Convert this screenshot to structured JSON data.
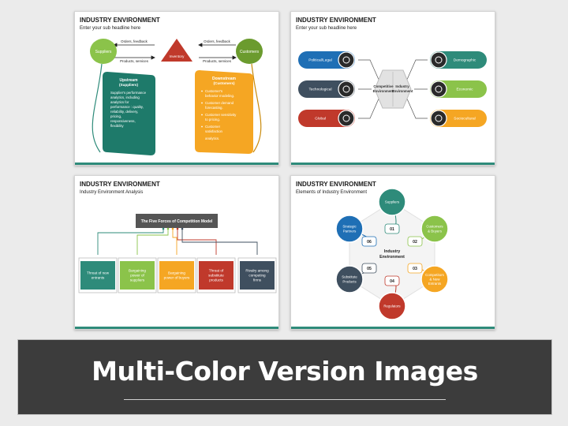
{
  "colors": {
    "green": "#8bc34a",
    "teal": "#2e8b7a",
    "red": "#c0392b",
    "orange": "#f5a623",
    "blue": "#1f6fb5",
    "slate": "#3f4f5f",
    "dark_teal": "#1e7a6a"
  },
  "slide1": {
    "title": "INDUSTRY ENVIRONMENT",
    "subtitle": "Enter your sub headline here",
    "suppliers": "Suppliers",
    "customers": "Customers",
    "inventory": "Inventory",
    "orders_feedback_left": "Orders, feedback",
    "products_services_left": "Products, services",
    "orders_feedback_right": "Orders, feedback",
    "products_services_right": "Products, services",
    "upstream_title": "Upstream",
    "upstream_sub": "(Suppliers)",
    "upstream_lines": [
      "Supplier's performance",
      "analytics, including",
      "analytics for",
      "performance : quality,",
      "reliability, delivery,",
      "pricing,",
      "responsiveness,",
      "flexibility"
    ],
    "downstream_title": "Downstream",
    "downstream_sub": "(Customers)",
    "downstream_lines": [
      "Customer's",
      "behavior modeling.",
      "Customer demand",
      "forecasting.",
      "Customer sensitivity",
      "to pricing.",
      "Customer",
      "satisfaction",
      "analytics."
    ]
  },
  "slide2": {
    "title": "INDUSTRY ENVIRONMENT",
    "subtitle": "Enter your sub headline here",
    "left_items": [
      "Political/Legal",
      "Technological",
      "Global"
    ],
    "right_items": [
      "Demographic",
      "Economic",
      "Sociocultural"
    ],
    "center_left": [
      "Competitive",
      "Environment"
    ],
    "center_right": [
      "Industry",
      "Environment"
    ],
    "icons_left": [
      "gavel-icon",
      "gears-icon",
      "globe-icon"
    ],
    "icons_right": [
      "people-chart-icon",
      "money-chart-icon",
      "group-icon"
    ]
  },
  "slide3": {
    "title": "INDUSTRY ENVIRONMENT",
    "subtitle": "Industry Environment Analysis",
    "header": "The Five Forces of Competition Model",
    "forces": [
      [
        "Threat of new",
        "entrants"
      ],
      [
        "Bargaining",
        "power of",
        "suppliers"
      ],
      [
        "Bargaining",
        "power of buyers"
      ],
      [
        "Threat of",
        "substitute",
        "products"
      ],
      [
        "Rivalry among",
        "competing",
        "firms"
      ]
    ]
  },
  "slide4": {
    "title": "INDUSTRY ENVIRONMENT",
    "subtitle": "Elements of Industry Environment",
    "center": [
      "Industry",
      "Environment"
    ],
    "nodes": [
      [
        "Suppliers"
      ],
      [
        "Customers",
        "& Buyers"
      ],
      [
        "Competitors",
        "& New",
        "Entrants"
      ],
      [
        "Regulators"
      ],
      [
        "Substitute",
        "Products"
      ],
      [
        "Strategic",
        "Partners"
      ]
    ],
    "numbers": [
      "01",
      "02",
      "03",
      "04",
      "05",
      "06"
    ]
  },
  "banner": {
    "text": "Multi-Color Version Images"
  }
}
